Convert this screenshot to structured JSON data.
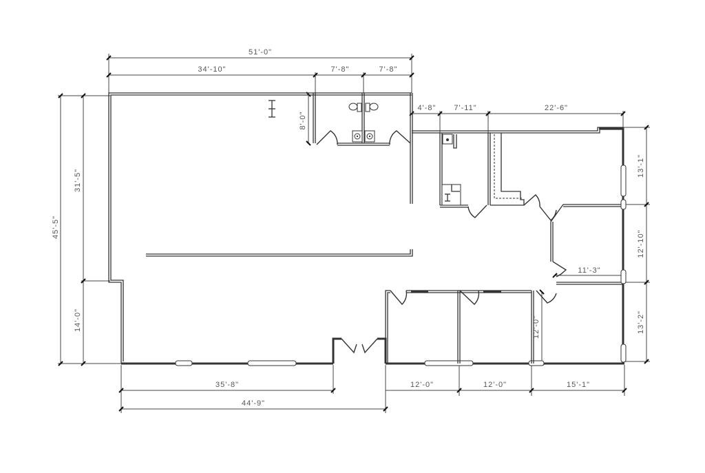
{
  "plan": {
    "type": "floor-plan",
    "dimensions": {
      "top_overall": "51'-0\"",
      "top_main": "34'-10\"",
      "top_restroom_1": "7'-8\"",
      "top_restroom_2": "7'-8\"",
      "restroom_depth": "8'-0\"",
      "mid_1": "4'-8\"",
      "mid_2": "7'-11\"",
      "mid_3": "22'-6\"",
      "left_overall": "45'-5\"",
      "left_upper": "31'-5\"",
      "left_lower": "14'-0\"",
      "right_1": "13'-1\"",
      "right_2": "12'-10\"",
      "right_3": "13'-2\"",
      "office_width": "11'-3\"",
      "office_depth": "12'-0\"",
      "bottom_main": "35'-8\"",
      "bottom_overall": "44'-9\"",
      "bottom_office_1": "12'-0\"",
      "bottom_office_2": "12'-0\"",
      "bottom_office_3": "15'-1\""
    }
  }
}
